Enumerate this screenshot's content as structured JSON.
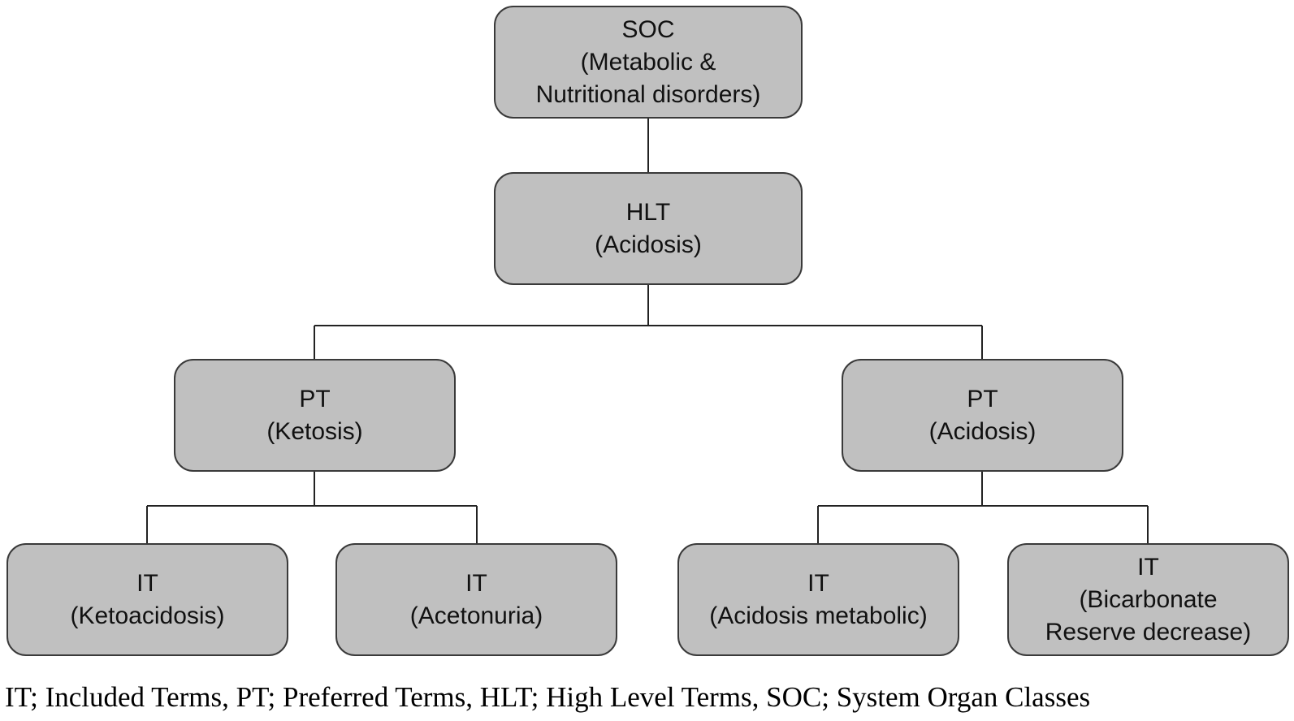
{
  "diagram": {
    "soc": {
      "level": "SOC",
      "term_line1": "(Metabolic &",
      "term_line2": "Nutritional disorders)"
    },
    "hlt": {
      "level": "HLT",
      "term": "(Acidosis)"
    },
    "pt_ketosis": {
      "level": "PT",
      "term": "(Ketosis)"
    },
    "pt_acidosis": {
      "level": "PT",
      "term": "(Acidosis)"
    },
    "it_ketoacidosis": {
      "level": "IT",
      "term": "(Ketoacidosis)"
    },
    "it_acetonuria": {
      "level": "IT",
      "term": "(Acetonuria)"
    },
    "it_acidosis_metabolic": {
      "level": "IT",
      "term": "(Acidosis metabolic)"
    },
    "it_bicarbonate": {
      "level": "IT",
      "term_line1": "(Bicarbonate",
      "term_line2": "Reserve decrease)"
    }
  },
  "caption": "IT; Included Terms, PT; Preferred Terms, HLT; High Level Terms, SOC; System Organ Classes",
  "colors": {
    "node_fill": "#c0c0c0",
    "node_border": "#3a3a3a",
    "connector": "#222222",
    "background": "#ffffff"
  }
}
